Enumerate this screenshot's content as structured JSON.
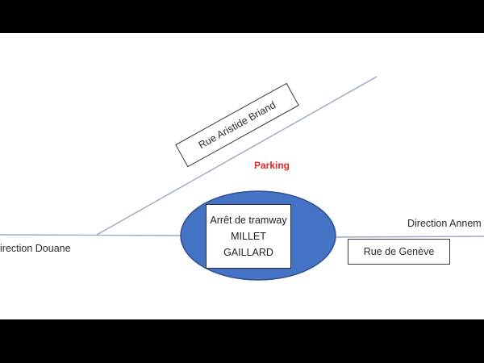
{
  "colors": {
    "stop_fill": "#4472c4",
    "stop_stroke": "#2f528f",
    "road": "#9aa9c4",
    "parking_text": "#e3262a",
    "letterbox": "#000000"
  },
  "labels": {
    "rue_aristide_briand": "Rue Aristide Briand",
    "parking": "Parking",
    "tram_stop_line1": "Arrêt de tramway",
    "tram_stop_line2": "MILLET",
    "tram_stop_line3": "GAILLARD",
    "direction_annemasse": "Direction Annem",
    "direction_douane": "irection Douane",
    "rue_de_geneve": "Rue de Genève"
  }
}
